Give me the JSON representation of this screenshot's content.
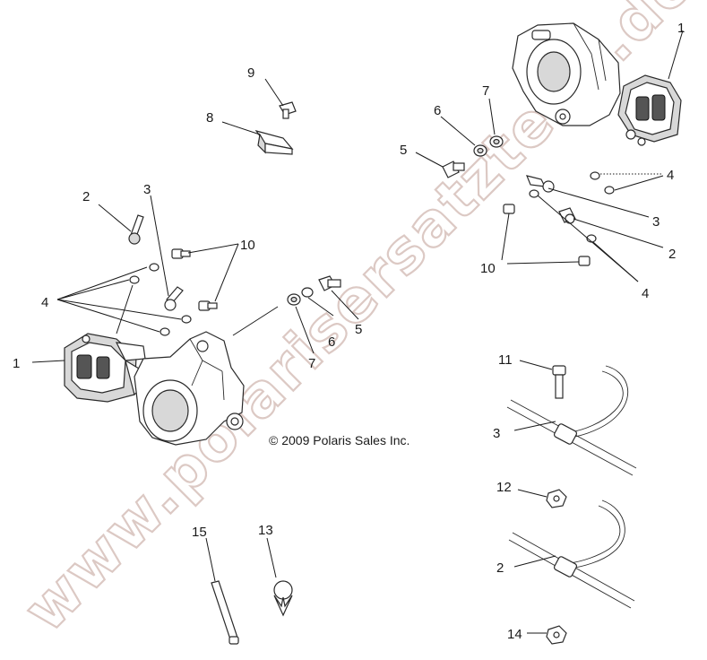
{
  "diagram": {
    "copyright": "© 2009 Polaris Sales Inc.",
    "watermark": "www.polarisersatzteile.de",
    "callouts": {
      "c1_left": "1",
      "c1_right": "1",
      "c2_left": "2",
      "c2_right": "2",
      "c2_bottom": "2",
      "c3_left": "3",
      "c3_right": "3",
      "c3_bottom": "3",
      "c4_left": "4",
      "c4_right_top": "4",
      "c4_right_bottom": "4",
      "c5_center": "5",
      "c5_right": "5",
      "c6_center": "6",
      "c6_right": "6",
      "c7_center": "7",
      "c7_right": "7",
      "c8": "8",
      "c9": "9",
      "c10_left": "10",
      "c10_right": "10",
      "c11": "11",
      "c12": "12",
      "c13": "13",
      "c14": "14",
      "c15": "15"
    }
  }
}
